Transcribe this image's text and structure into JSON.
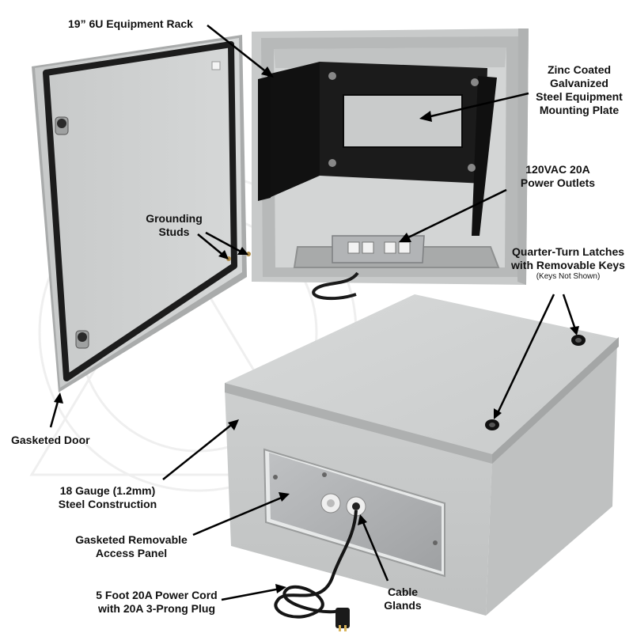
{
  "labels": {
    "rack": "19” 6U Equipment Rack",
    "plate": [
      "Zinc Coated",
      "Galvanized",
      "Steel Equipment",
      "Mounting Plate"
    ],
    "outlets": [
      "120VAC 20A",
      "Power Outlets"
    ],
    "grounding": [
      "Grounding",
      "Studs"
    ],
    "latches": [
      "Quarter-Turn Latches",
      "with Removable Keys"
    ],
    "latches_note": "(Keys Not Shown)",
    "door": "Gasketed Door",
    "gauge": [
      "18 Gauge (1.2mm)",
      "Steel Construction"
    ],
    "panel": [
      "Gasketed Removable",
      "Access Panel"
    ],
    "cord": [
      "5 Foot 20A Power Cord",
      "with 20A 3-Prong Plug"
    ],
    "glands": [
      "Cable",
      "Glands"
    ]
  },
  "colors": {
    "enclosure": "#cfd1d1",
    "enclosure_shade": "#b9bbbb",
    "gasket": "#1c1c1c",
    "rack": "#161616",
    "panel_plate": "#aeb0b2"
  }
}
